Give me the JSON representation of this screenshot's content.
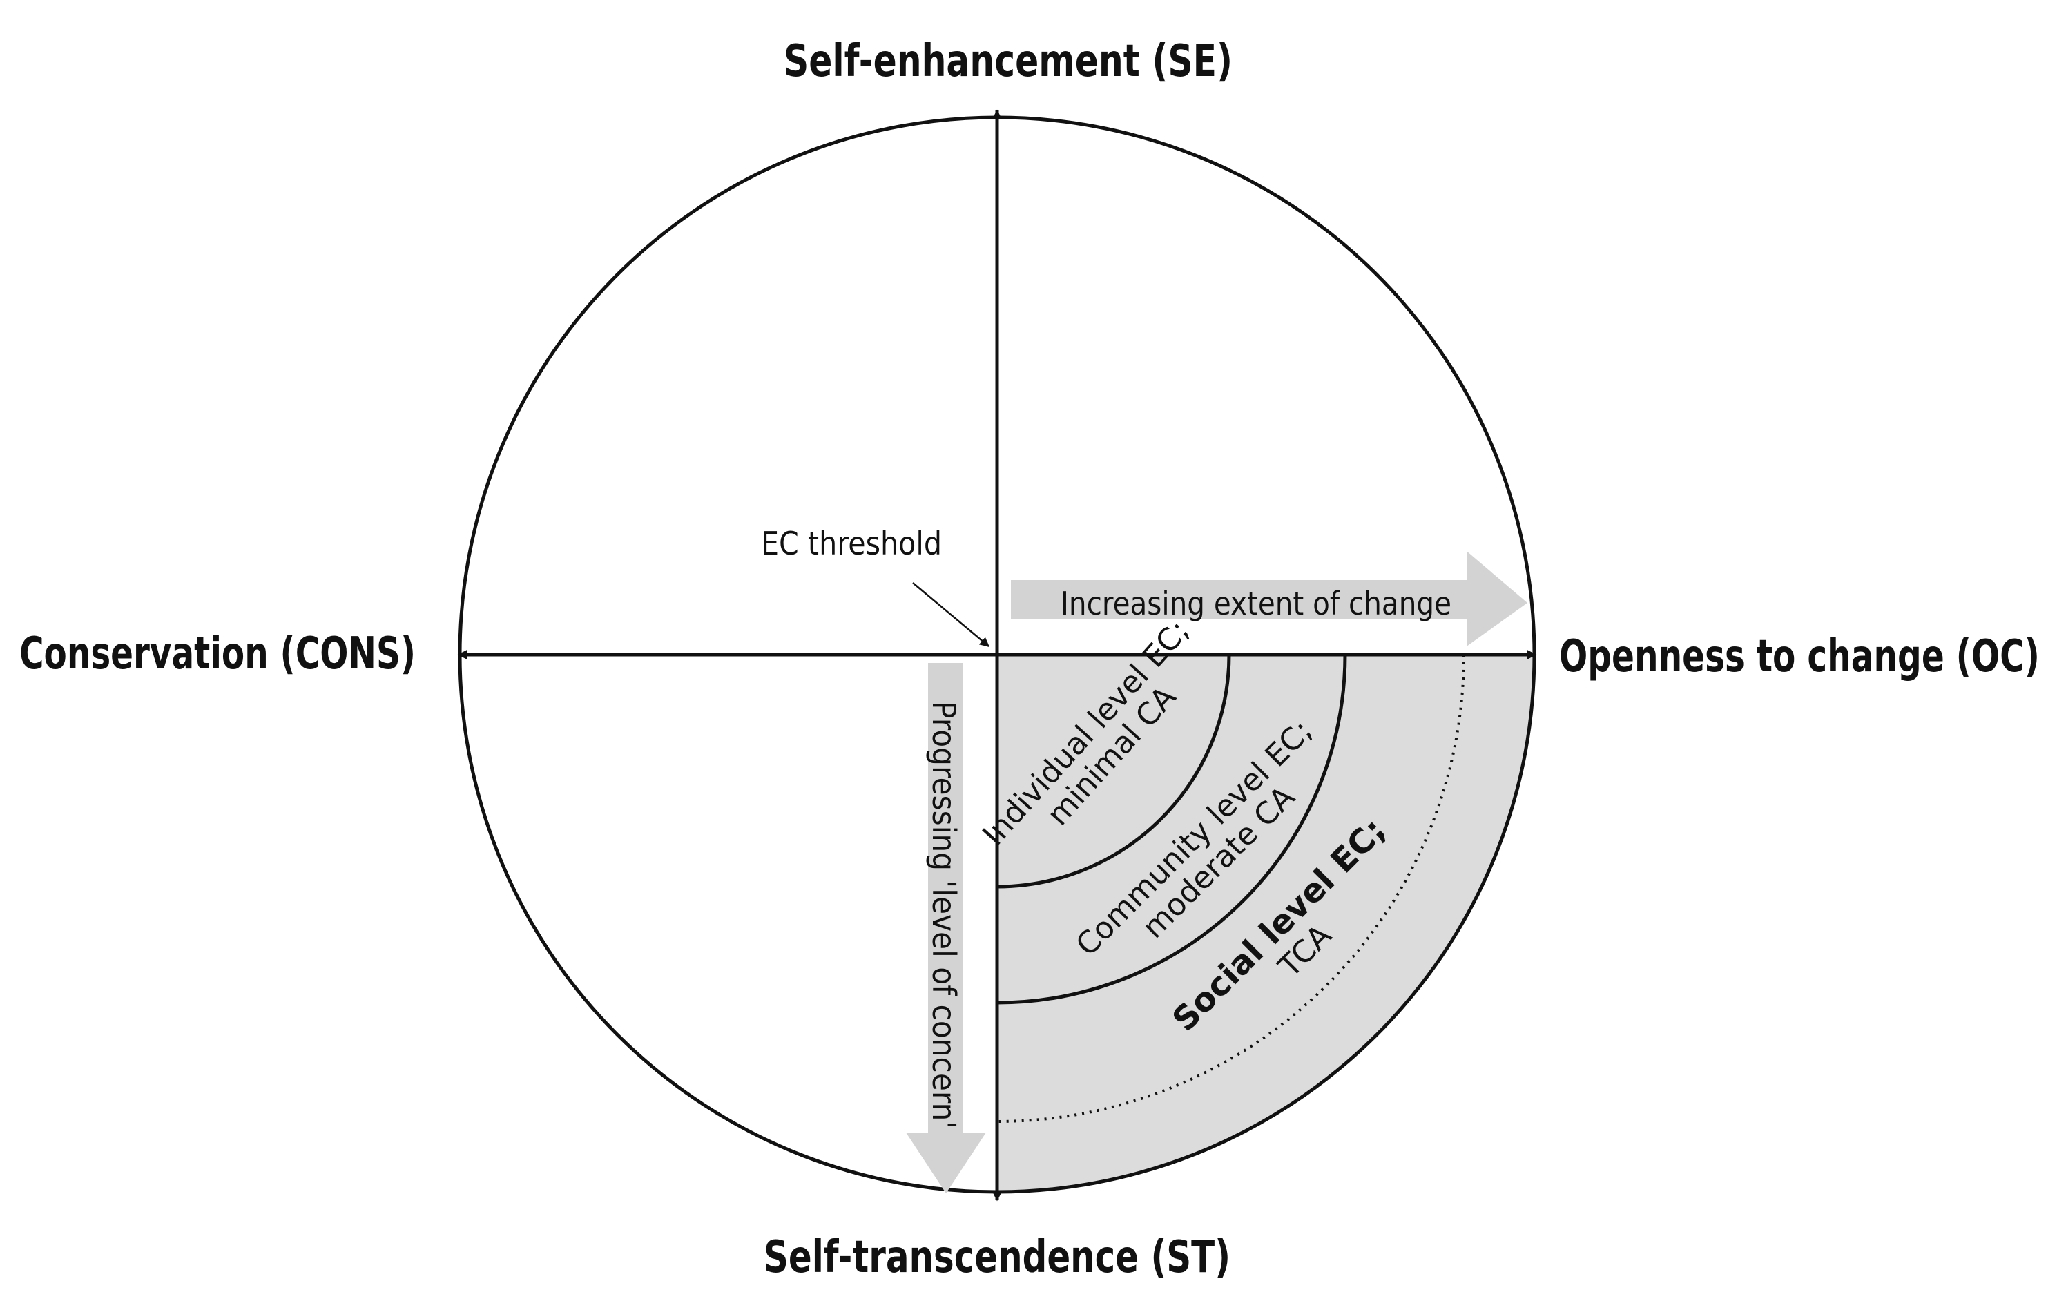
{
  "axes": {
    "top": "Self-enhancement (SE)",
    "bottom": "Self-transcendence (ST)",
    "left": "Conservation (CONS)",
    "right": "Openness to change (OC)"
  },
  "annotations": {
    "threshold": "EC threshold",
    "horizontal_arrow": "Increasing extent of change",
    "vertical_arrow": "Progressing 'level of concern'"
  },
  "levels": {
    "individual": {
      "line1": "Individual level EC;",
      "line2": "minimal CA"
    },
    "community": {
      "line1": "Community level EC;",
      "line2": "moderate CA"
    },
    "social": {
      "line1": "Social level EC;",
      "line2": "TCA"
    }
  },
  "colors": {
    "line": "#111111",
    "shaded_quadrant": "#dcdcdc",
    "arrow_fill": "#d3d3d3",
    "background": "#ffffff"
  }
}
